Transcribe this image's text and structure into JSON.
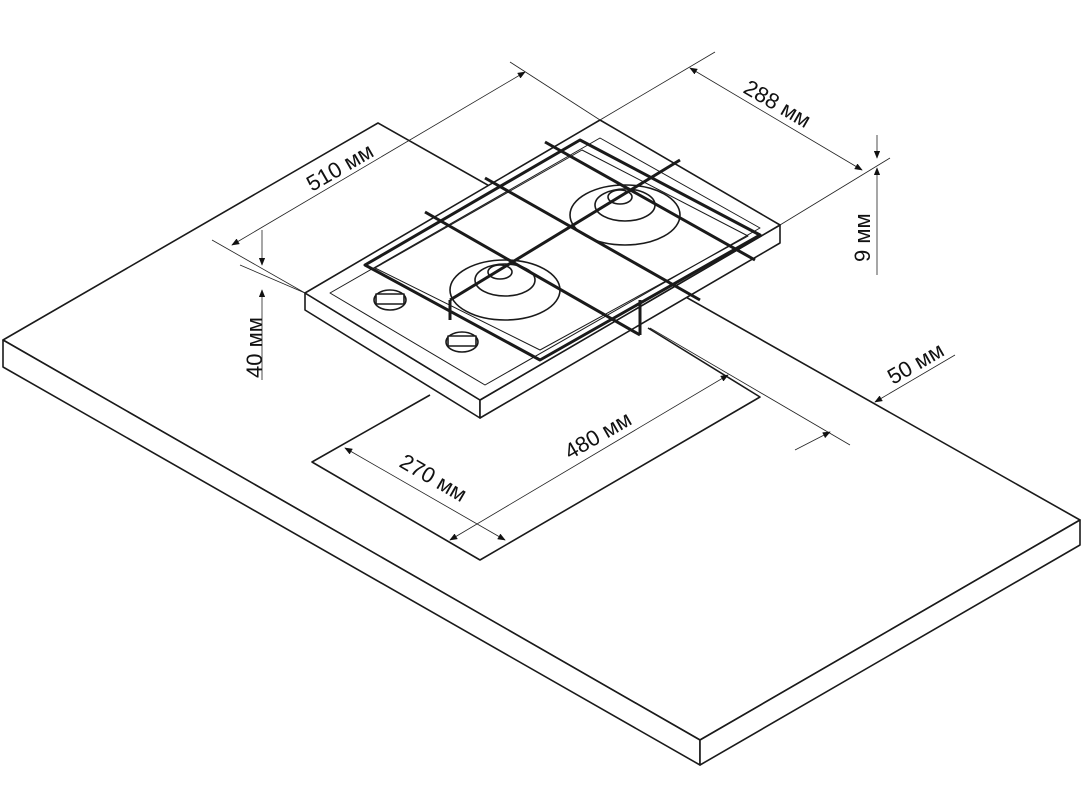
{
  "title": "Gas hob installation dimensions",
  "dimensions": {
    "width": "510 мм",
    "depth": "288 мм",
    "glass_thickness": "9 мм",
    "height": "40 мм",
    "min_distance_edge": "50 мм",
    "cutout_width": "480 мм",
    "cutout_depth": "270 мм"
  },
  "colors": {
    "line": "#1a1a1a",
    "background": "#ffffff"
  }
}
